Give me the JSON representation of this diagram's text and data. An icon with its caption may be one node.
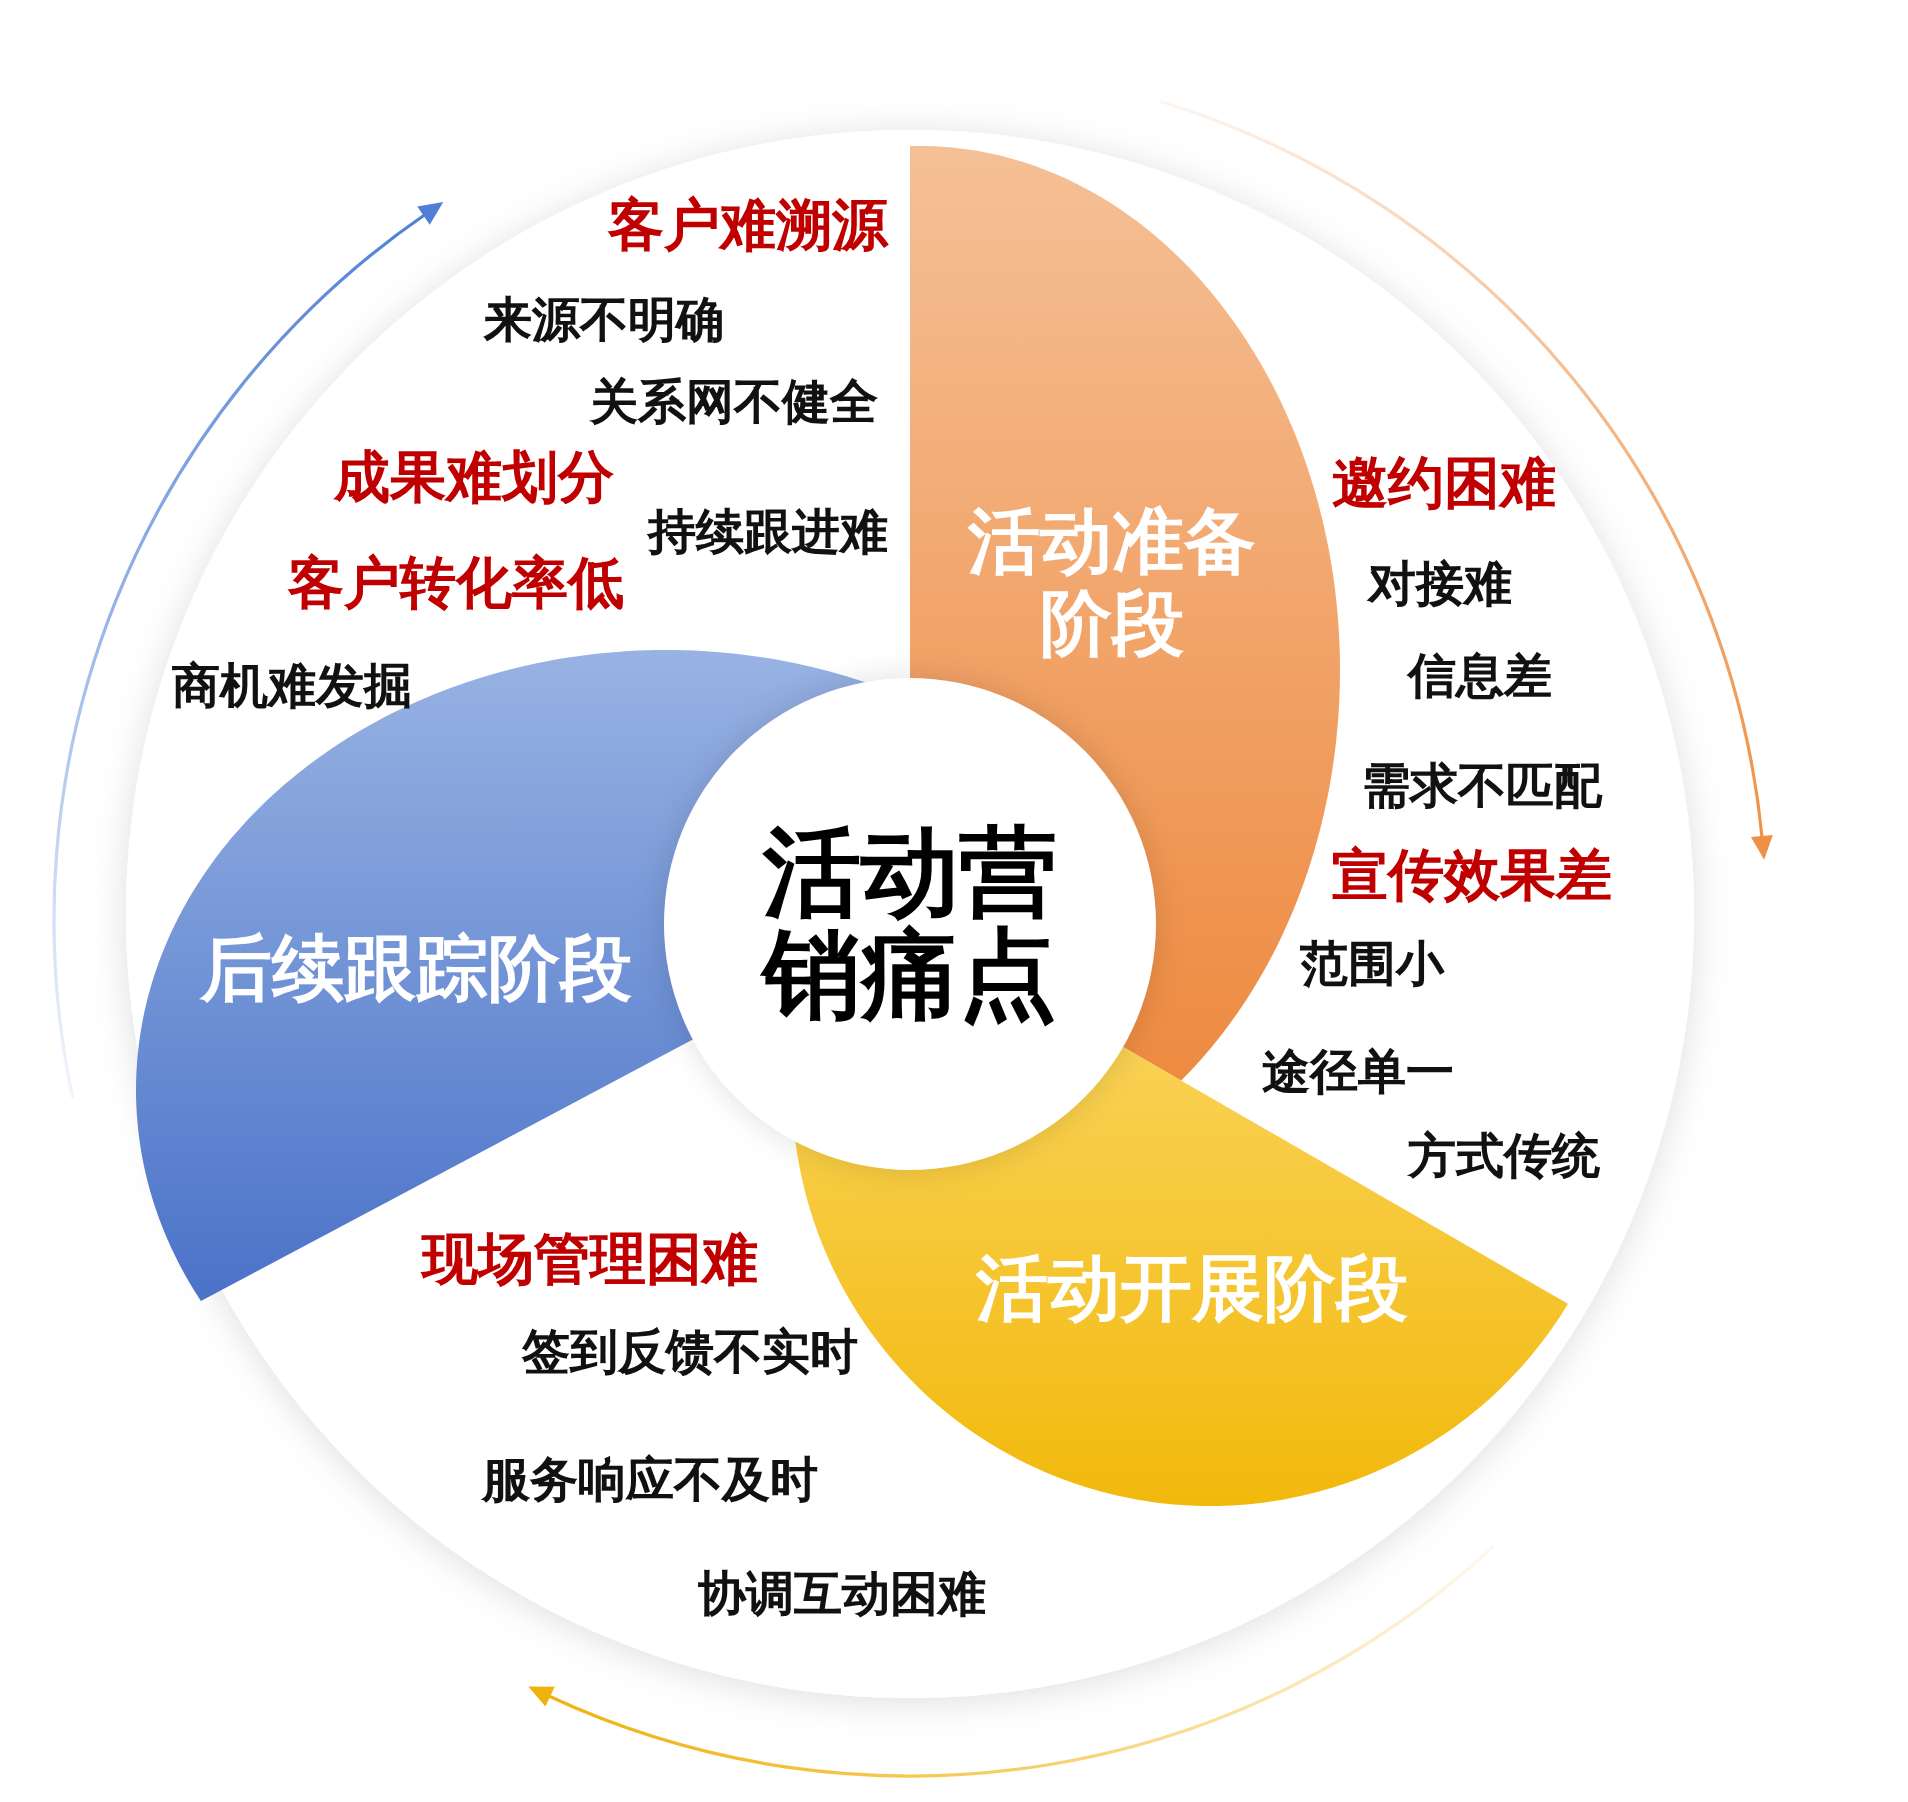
{
  "diagram": {
    "nodes": [
      {
        "text": [
          "活动营销痛点"
        ]
      },
      {
        "text": [
          "活动准备阶段"
        ]
      },
      {
        "text": [
          "活动开展阶段"
        ]
      },
      {
        "text": [
          "后续跟踪阶段"
        ]
      }
    ],
    "labels": [
      "客户难溯源",
      "来源不明确",
      "关系网不健全",
      "成果难划分",
      "持续跟进难",
      "客户转化率低",
      "商机难发掘",
      "邀约困难",
      "对接难",
      "信息差",
      "需求不匹配",
      "宣传效果差",
      "范围小",
      "途径单一",
      "方式传统",
      "现场管理困难",
      "签到反馈不实时",
      "服务响应不及时",
      "协调互动困难"
    ]
  }
}
